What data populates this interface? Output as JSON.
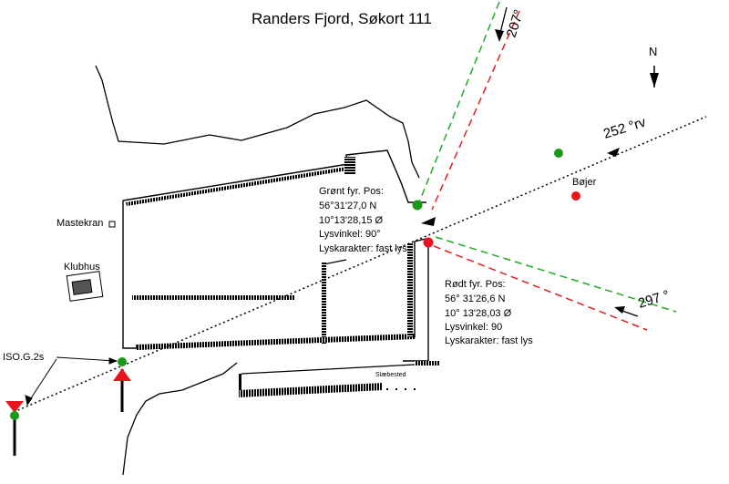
{
  "title": "Randers Fjord, Søkort 111",
  "north": "N",
  "bearings": {
    "top": "207°",
    "right_upper": "252 °rv",
    "right_lower": "297 °"
  },
  "green_light": {
    "heading": "Grønt fyr. Pos:",
    "lat": "56°31'27,0 N",
    "lon": "10°13'28,15 Ø",
    "angle": "Lysvinkel: 90°",
    "character": "Lyskarakter: fast lys"
  },
  "red_light": {
    "heading": "Rødt fyr. Pos:",
    "lat": "56° 31'26,6 N",
    "lon": "10° 13'28,03 Ø",
    "angle": "Lysvinkel: 90",
    "character": "Lyskarakter: fast lys"
  },
  "labels": {
    "mastekran": "Mastekran",
    "klubhus": "Klubhus",
    "bojer": "Bøjer",
    "iso": "ISO.G.2s",
    "slaebested": "Slæbested"
  },
  "colors": {
    "green": "#1a9a1a",
    "red": "#e8141e",
    "green_dash": "#22aa22",
    "red_dash": "#e02020"
  }
}
